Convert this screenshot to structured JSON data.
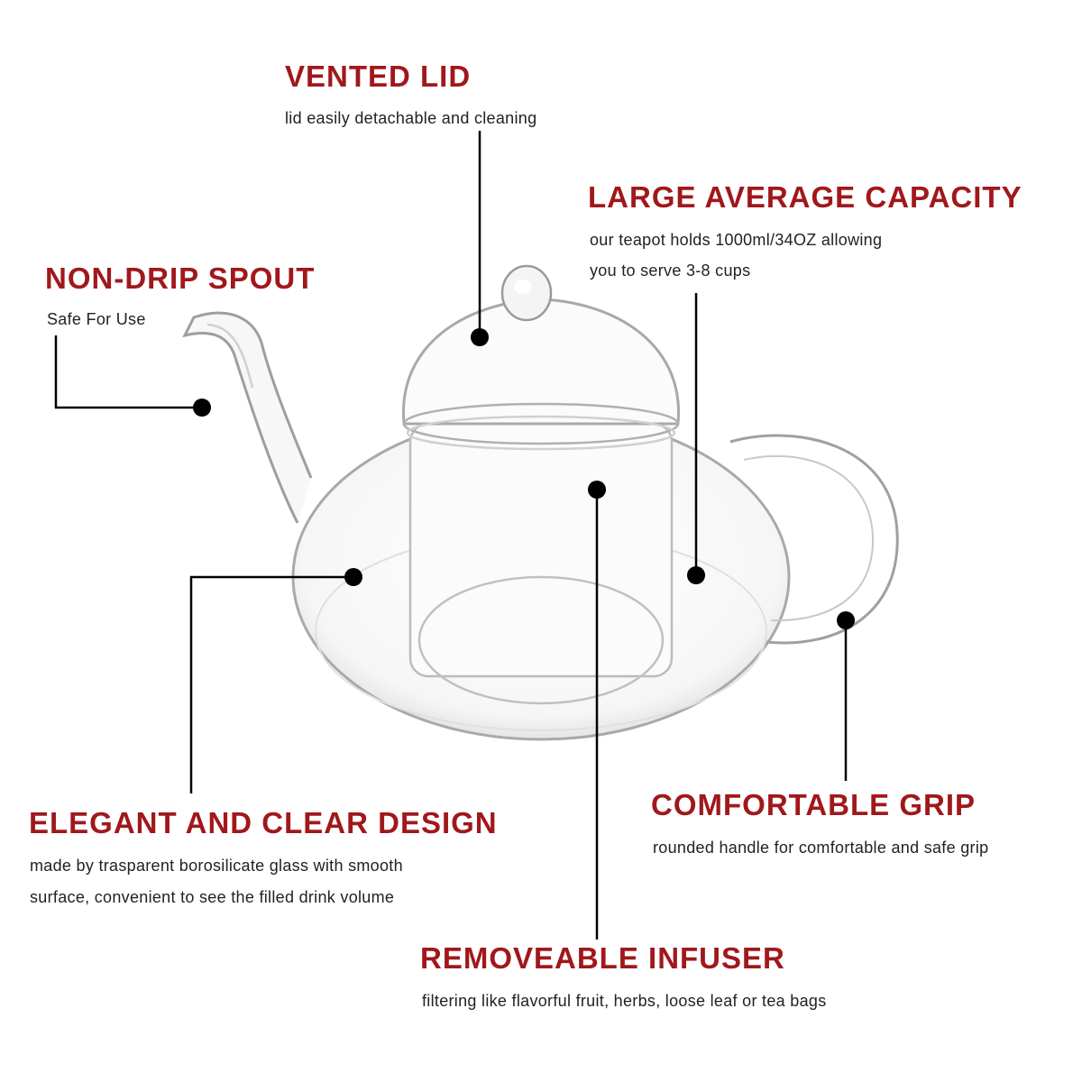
{
  "colors": {
    "heading": "#a0181c",
    "body_text": "#222222",
    "callout": "#000000",
    "background": "#ffffff"
  },
  "features": {
    "vented_lid": {
      "title": "VENTED LID",
      "desc": "lid easily detachable and cleaning"
    },
    "large_capacity": {
      "title": "LARGE AVERAGE CAPACITY",
      "desc_line1": "our teapot holds 1000ml/34OZ allowing",
      "desc_line2": "you to serve 3-8 cups"
    },
    "non_drip_spout": {
      "title": "NON-DRIP SPOUT",
      "desc": "Safe For Use"
    },
    "elegant_design": {
      "title": "ELEGANT AND CLEAR DESIGN",
      "desc_line1": "made by trasparent borosilicate glass with smooth",
      "desc_line2": "surface, convenient to see the filled drink volume"
    },
    "comfortable_grip": {
      "title": "COMFORTABLE GRIP",
      "desc": "rounded handle for comfortable and safe grip"
    },
    "removeable_infuser": {
      "title": "REMOVEABLE INFUSER",
      "desc": "filtering like flavorful fruit, herbs, loose leaf or tea bags"
    }
  },
  "product": {
    "image": "glass-teapot-with-infuser"
  }
}
